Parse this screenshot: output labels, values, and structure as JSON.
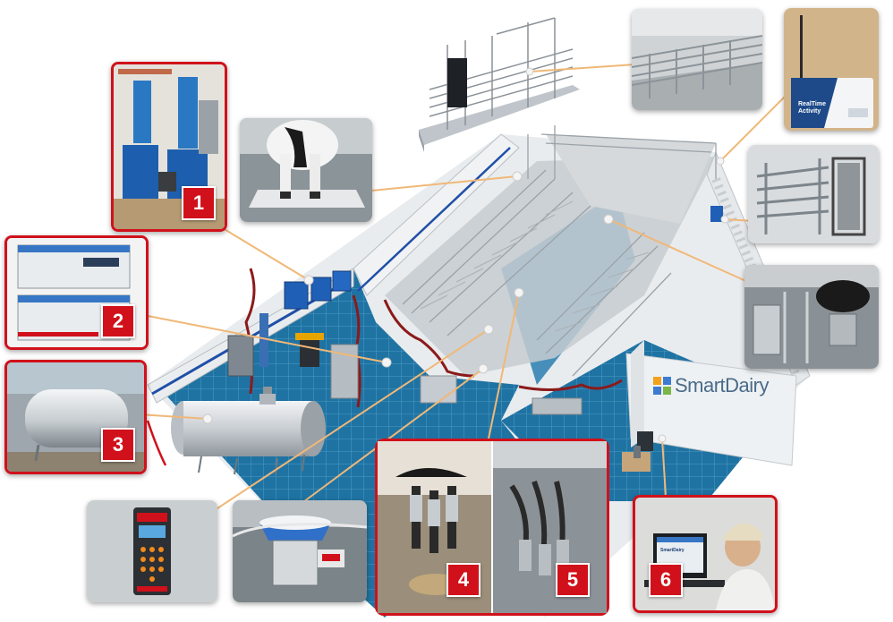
{
  "brand": {
    "name": "SmartDairy",
    "logo_icon": "four-square-logo-icon"
  },
  "device_label": {
    "line1": "RealTime",
    "line2": "Activity"
  },
  "callouts": [
    {
      "number": "1"
    },
    {
      "number": "2"
    },
    {
      "number": "3"
    },
    {
      "number": "4"
    },
    {
      "number": "5"
    },
    {
      "number": "6"
    }
  ],
  "colors": {
    "callout_red": "#d0111b",
    "leader_line": "#f0b878",
    "floor_blue": "#1e6f9c",
    "wall_outline": "#1f4fa8",
    "curtain_line": "#8b1a1a"
  }
}
